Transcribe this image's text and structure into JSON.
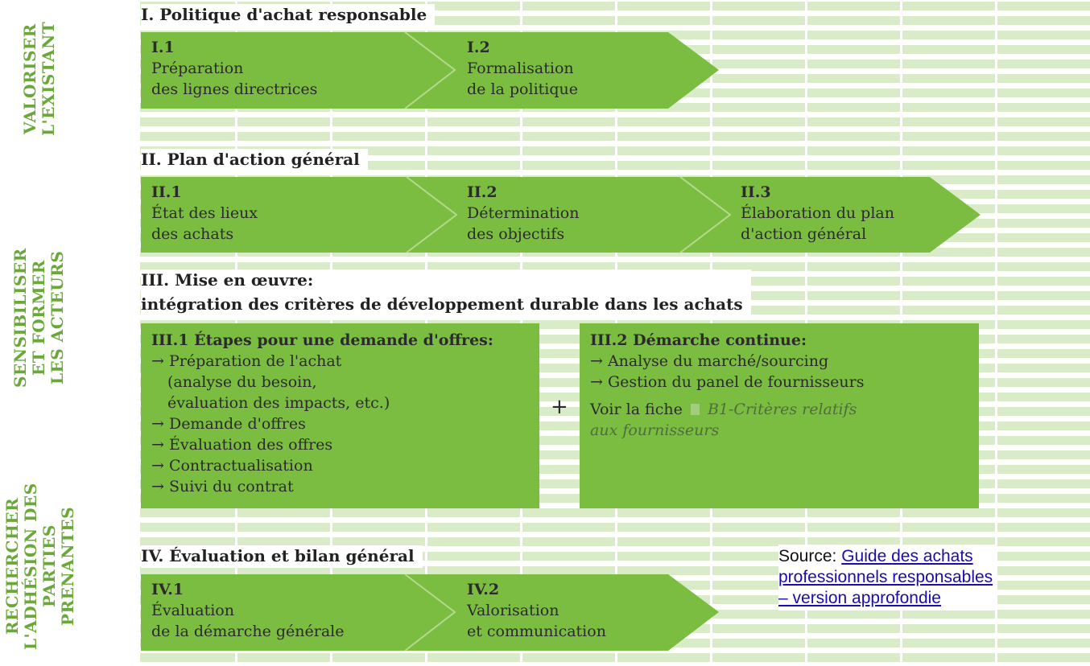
{
  "colors": {
    "stripe": "#d9ebc9",
    "stripe_gap": "#ffffff",
    "arrow_fill": "#7bbd41",
    "arrow_separator": "#b3d98f",
    "side_label": "#6aa83a",
    "link": "#1a0dab"
  },
  "side_labels": {
    "valoriser": [
      "VALORISER",
      "L'EXISTANT"
    ],
    "sensibiliser": [
      "SENSIBILISER",
      "ET FORMER",
      "LES ACTEURS"
    ],
    "rechercher": [
      "RECHERCHER",
      "L'ADHÉSION DES",
      "PARTIES PRENANTES"
    ]
  },
  "sections": {
    "s1": {
      "title": "I. Politique d'achat responsable",
      "steps": [
        {
          "code": "I.1",
          "line1": "Préparation",
          "line2": "des lignes directrices"
        },
        {
          "code": "I.2",
          "line1": "Formalisation",
          "line2": "de la politique"
        }
      ]
    },
    "s2": {
      "title": "II. Plan d'action général",
      "steps": [
        {
          "code": "II.1",
          "line1": "État des lieux",
          "line2": "des achats"
        },
        {
          "code": "II.2",
          "line1": "Détermination",
          "line2": "des objectifs"
        },
        {
          "code": "II.3",
          "line1": "Élaboration du plan",
          "line2": "d'action général"
        }
      ]
    },
    "s3": {
      "title_line1": "III. Mise en œuvre:",
      "title_line2": "intégration des critères de développement durable dans les achats",
      "box1": {
        "title": "III.1 Étapes pour une demande d'offres:",
        "items": [
          "→ Préparation de l'achat",
          "(analyse du besoin,",
          "évaluation des impacts, etc.)",
          "→ Demande d'offres",
          "→ Évaluation des offres",
          "→ Contractualisation",
          "→ Suivi du contrat"
        ]
      },
      "plus": "+",
      "box2": {
        "title": "III.2 Démarche continue:",
        "items": [
          "→ Analyse du marché/sourcing",
          "→ Gestion du panel de fournisseurs"
        ],
        "ref_prefix": "Voir la fiche",
        "ref_line1": "B1-Critères relatifs",
        "ref_line2": "aux fournisseurs"
      }
    },
    "s4": {
      "title": "IV. Évaluation et bilan général",
      "steps": [
        {
          "code": "IV.1",
          "line1": "Évaluation",
          "line2": "de la démarche générale"
        },
        {
          "code": "IV.2",
          "line1": "Valorisation",
          "line2": "et communication"
        }
      ]
    }
  },
  "source": {
    "prefix": "Source:",
    "link_text": "Guide des achats professionnels responsables – version approfondie"
  }
}
